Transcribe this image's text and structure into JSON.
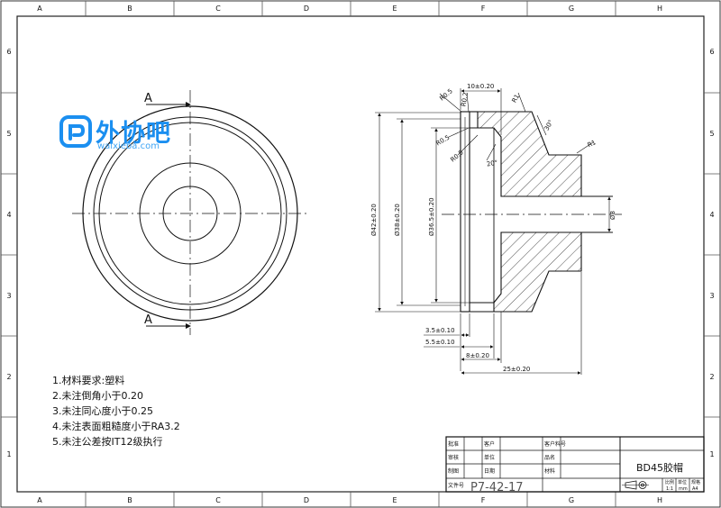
{
  "border": {
    "columns": [
      "A",
      "B",
      "C",
      "D",
      "E",
      "F",
      "G",
      "H"
    ],
    "rows": [
      "6",
      "5",
      "4",
      "3",
      "2",
      "1"
    ]
  },
  "section": {
    "label_top": "A",
    "label_bottom": "A"
  },
  "watermark": {
    "name": "外协吧",
    "url": "waixieba.com"
  },
  "dimensions": {
    "top_width": "10±0.20",
    "r05_a": "R0.5",
    "r02": "R0.2",
    "r1_top": "R1",
    "angle30": "30°",
    "r1_right": "R1",
    "r05_b": "R0.5",
    "r05_c": "R0.5",
    "angle20": "20°",
    "dia42": "Ø42±0.20",
    "dia38": "Ø38±0.20",
    "dia365": "Ø36.5±0.20",
    "dia8": "Ø8",
    "len35": "3.5±0.10",
    "len55": "5.5±0.10",
    "len8": "8±0.20",
    "len25": "25±0.20"
  },
  "notes": [
    "1.材料要求:塑料",
    "2.未注倒角小于0.20",
    "3.未注同心度小于0.25",
    "4.未注表面粗糙度小于RA3.2",
    "5.未注公差按IT12级执行"
  ],
  "title_block": {
    "designer": "批准",
    "customer": "客户",
    "customer_part": "客户料号",
    "checker": "审核",
    "unit": "单位",
    "product_name": "品名",
    "drafter": "制图",
    "date": "日期",
    "material": "材料",
    "part_name": "BD45胶帽",
    "file_no_label": "文件号",
    "file_no": "P7-42-17",
    "scale_label": "比例",
    "scale_value": "1:1",
    "unit_label": "单位",
    "unit_value": "mm",
    "sheet_label": "规格",
    "sheet_value": "A4"
  }
}
